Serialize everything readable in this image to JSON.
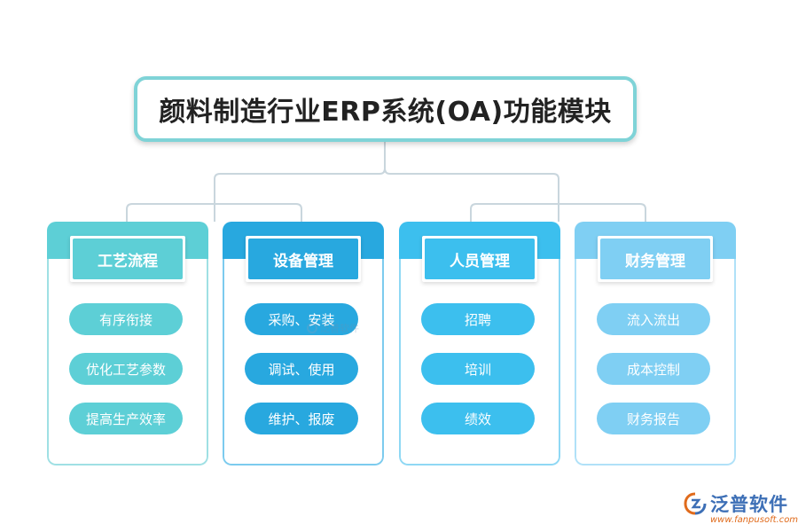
{
  "title": "颜料制造行业ERP系统(OA)功能模块",
  "modules": [
    {
      "name": "工艺流程",
      "color": "#5dcfd6",
      "items": [
        "有序衔接",
        "优化工艺参数",
        "提高生产效率"
      ]
    },
    {
      "name": "设备管理",
      "color": "#28a8df",
      "items": [
        "采购、安装",
        "调试、使用",
        "维护、报废"
      ]
    },
    {
      "name": "人员管理",
      "color": "#3cbfee",
      "items": [
        "招聘",
        "培训",
        "绩效"
      ]
    },
    {
      "name": "财务管理",
      "color": "#7fcff3",
      "items": [
        "流入流出",
        "成本控制",
        "财务报告"
      ]
    }
  ],
  "watermark": "泛普软件",
  "logo": {
    "name": "泛普软件",
    "url": "www.fanpusoft.com"
  },
  "colors": {
    "title_border": "#7fd3d7",
    "connector": "#c9d6dd",
    "logo_blue": "#3d6fb6",
    "logo_orange": "#e06b1c"
  }
}
